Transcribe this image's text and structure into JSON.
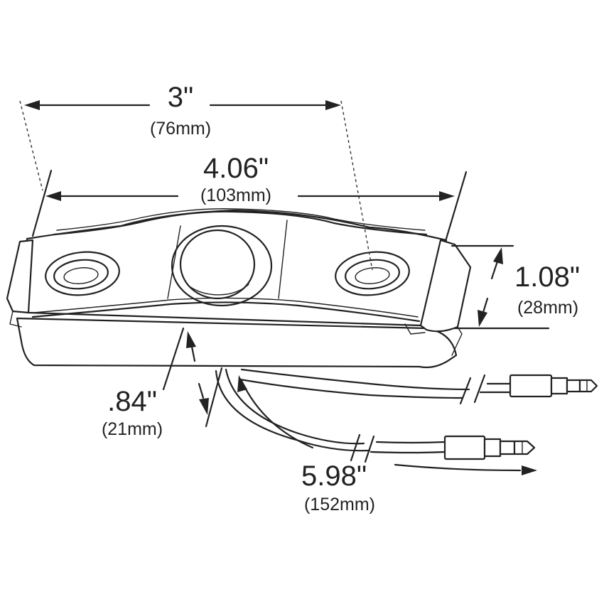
{
  "dimensions": {
    "mount_spacing": {
      "inches": "3\"",
      "mm": "(76mm)"
    },
    "length": {
      "inches": "4.06\"",
      "mm": "(103mm)"
    },
    "width": {
      "inches": "1.08\"",
      "mm": "(28mm)"
    },
    "height": {
      "inches": ".84\"",
      "mm": "(21mm)"
    },
    "lead_length": {
      "inches": "5.98\"",
      "mm": "(152mm)"
    }
  }
}
